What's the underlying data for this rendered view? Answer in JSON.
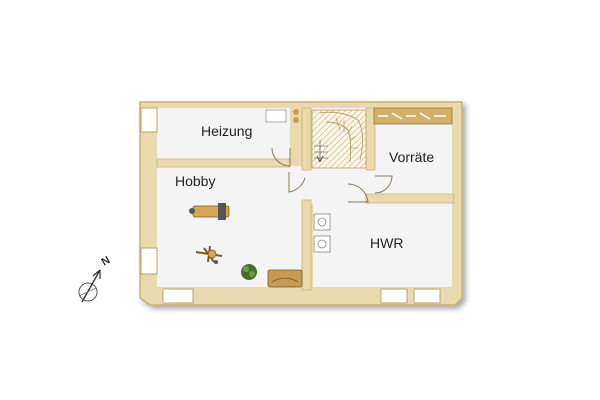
{
  "rooms": {
    "heizung": "Heizung",
    "hobby": "Hobby",
    "vorraete": "Vorräte",
    "hwr": "HWR"
  },
  "compass": {
    "north_label": "N"
  },
  "colors": {
    "wall": "#e9d9ad",
    "wall_stroke": "#c9b27a",
    "floor": "#f3f3f3",
    "wood": "#c9a14e",
    "plant": "#4a6e2a",
    "text": "#222222"
  },
  "icons": {
    "stairs": "staircase-icon",
    "compass": "compass-north-icon",
    "exercise_bench": "exercise-bench-icon",
    "exercise_bike": "exercise-bike-icon",
    "plant": "plant-icon",
    "box": "box-icon",
    "washer": "washer-icon",
    "dryer": "dryer-icon",
    "shelf": "shelf-icon"
  }
}
